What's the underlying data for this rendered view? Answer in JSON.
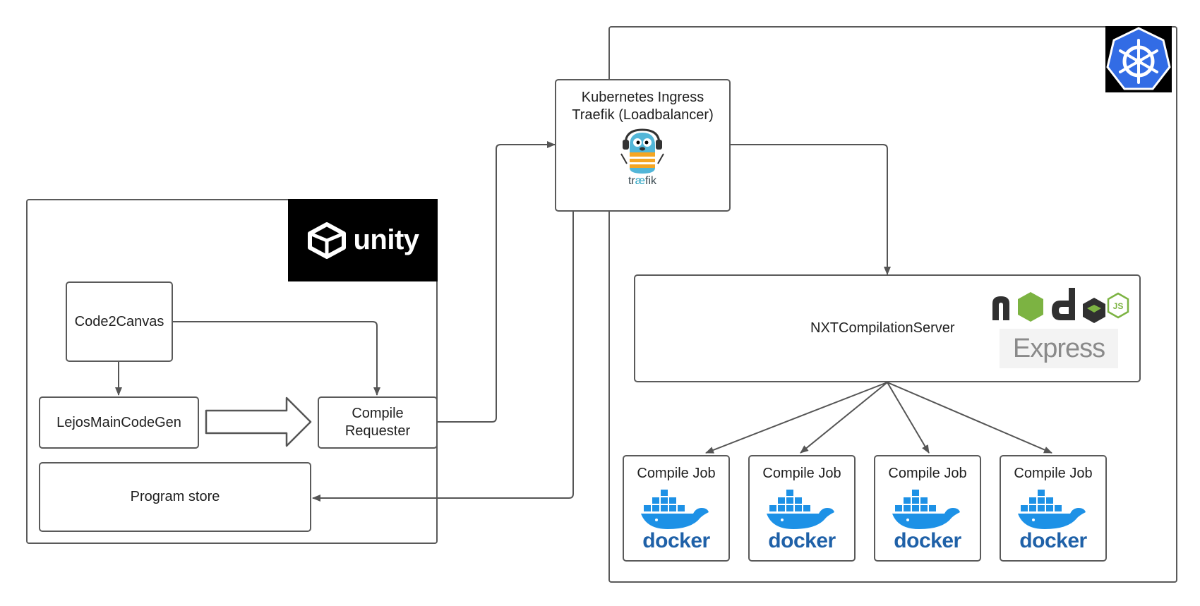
{
  "unity_group": {
    "logo_text": "unity",
    "code2canvas": "Code2Canvas",
    "lejos": "LejosMainCodeGen",
    "compile_requester": "Compile Requester",
    "program_store": "Program store"
  },
  "ingress": {
    "line1": "Kubernetes Ingress",
    "line2": "Traefik (Loadbalancer)",
    "logo_text": "træfik"
  },
  "k8s_group": {
    "logo": "kubernetes-helm-wheel-icon",
    "server": "NXTCompilationServer",
    "node_logo_text": "node",
    "node_badge": "JS",
    "express_logo_text": "Express",
    "jobs": [
      {
        "title": "Compile Job",
        "logo_text": "docker"
      },
      {
        "title": "Compile Job",
        "logo_text": "docker"
      },
      {
        "title": "Compile Job",
        "logo_text": "docker"
      },
      {
        "title": "Compile Job",
        "logo_text": "docker"
      }
    ]
  },
  "colors": {
    "line": "#555555",
    "kubernetes_blue": "#326ce5",
    "docker_blue": "#1d91e6",
    "node_green": "#7cb342",
    "node_dark": "#303030"
  }
}
